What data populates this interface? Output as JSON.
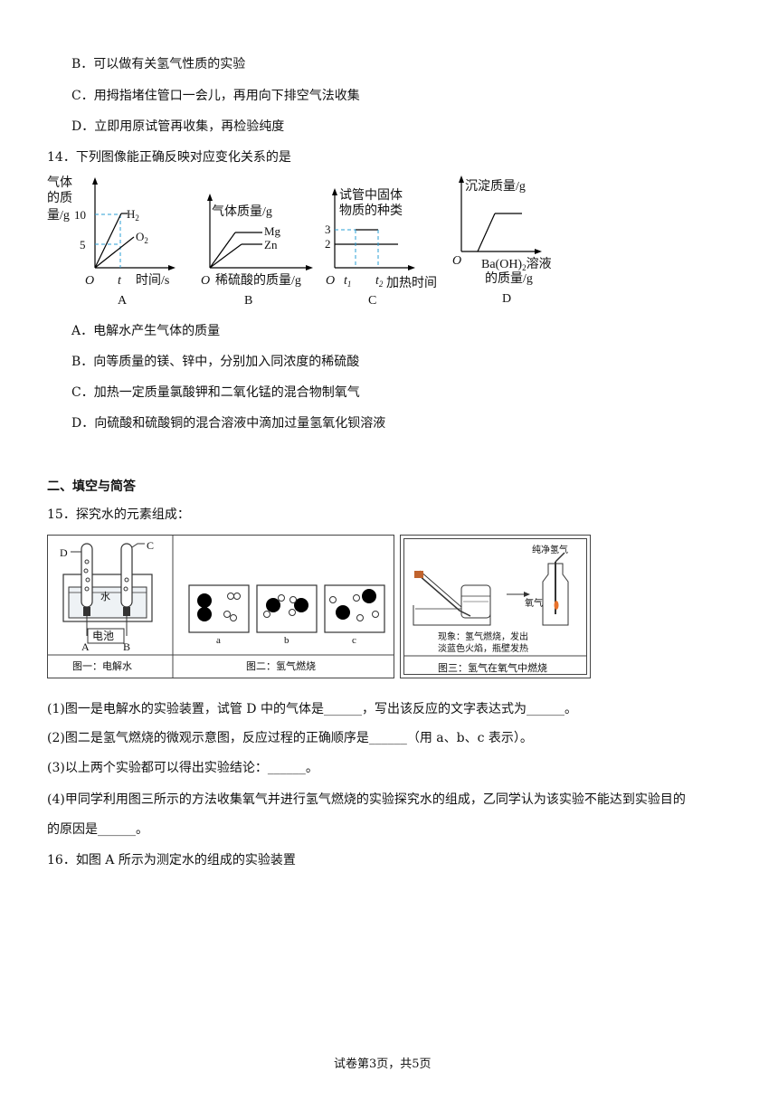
{
  "q13_options": [
    "B．可以做有关氢气性质的实验",
    "C．用拇指堵住管口一会儿，再用向下排空气法收集",
    "D．立即用原试管再收集，再检验纯度"
  ],
  "q14": {
    "stem": "14．下列图像能正确反映对应变化关系的是",
    "graphA": {
      "ylabel": [
        "气体",
        "的质",
        "量/g"
      ],
      "ticks": [
        "10",
        "5"
      ],
      "xlabel": "时间/s",
      "t": "t",
      "origin": "O",
      "H2": "H",
      "H2_sub": "2",
      "O2": "O",
      "O2_sub": "2",
      "caption": "A"
    },
    "graphB": {
      "ylabel": "气体质量/g",
      "Mg": "Mg",
      "Zn": "Zn",
      "origin": "O",
      "xlabel": "稀硫酸的质量/g",
      "caption": "B"
    },
    "graphC": {
      "ylabel": [
        "试管中固体",
        "物质的种类"
      ],
      "ticks": [
        "3",
        "2"
      ],
      "origin": "O",
      "t1": "t",
      "t1_sub": "1",
      "t2": "t",
      "t2_sub": "2",
      "xlabel": "加热时间",
      "caption": "C"
    },
    "graphD": {
      "ylabel": "沉淀质量/g",
      "origin": "O",
      "xlabel1": "Ba(OH)",
      "xlabel1_sub": "2",
      "xlabel1_tail": "溶液",
      "xlabel2": "的质量/g",
      "caption": "D"
    },
    "options": [
      "A．电解水产生气体的质量",
      "B．向等质量的镁、锌中，分别加入同浓度的稀硫酸",
      "C．加热一定质量氯酸钾和二氧化锰的混合物制氧气",
      "D．向硫酸和硫酸铜的混合溶液中滴加过量氢氧化钡溶液"
    ]
  },
  "section2": "二、填空与简答",
  "q15": {
    "stem": "15．探究水的元素组成：",
    "fig1": {
      "D": "D",
      "C": "C",
      "water": "水",
      "battery": "电池",
      "A": "A",
      "B": "B",
      "caption": "图一：电解水"
    },
    "fig2": {
      "labels": [
        "a",
        "b",
        "c"
      ],
      "caption": "图二：氢气燃烧"
    },
    "fig3": {
      "pure_h2": "纯净氢气",
      "oxygen": "氧气",
      "note1": "现象：氢气燃烧，发出",
      "note2": "淡蓝色火焰，瓶壁发热",
      "caption": "图三：氢气在氧气中燃烧"
    },
    "sub": [
      "(1)图一是电解水的实验装置，试管 D 中的气体是______，写出该反应的文字表达式为______。",
      "(2)图二是氢气燃烧的微观示意图，反应过程的正确顺序是______（用 a、b、c 表示）。",
      "(3)以上两个实验都可以得出实验结论：______。",
      "(4)甲同学利用图三所示的方法收集氧气并进行氢气燃烧的实验探究水的组成，乙同学认为该实验不能达到实验目的",
      "的原因是______。"
    ]
  },
  "q16": {
    "stem": "16．如图 A 所示为测定水的组成的实验装置"
  },
  "footer": "试卷第3页，共5页"
}
